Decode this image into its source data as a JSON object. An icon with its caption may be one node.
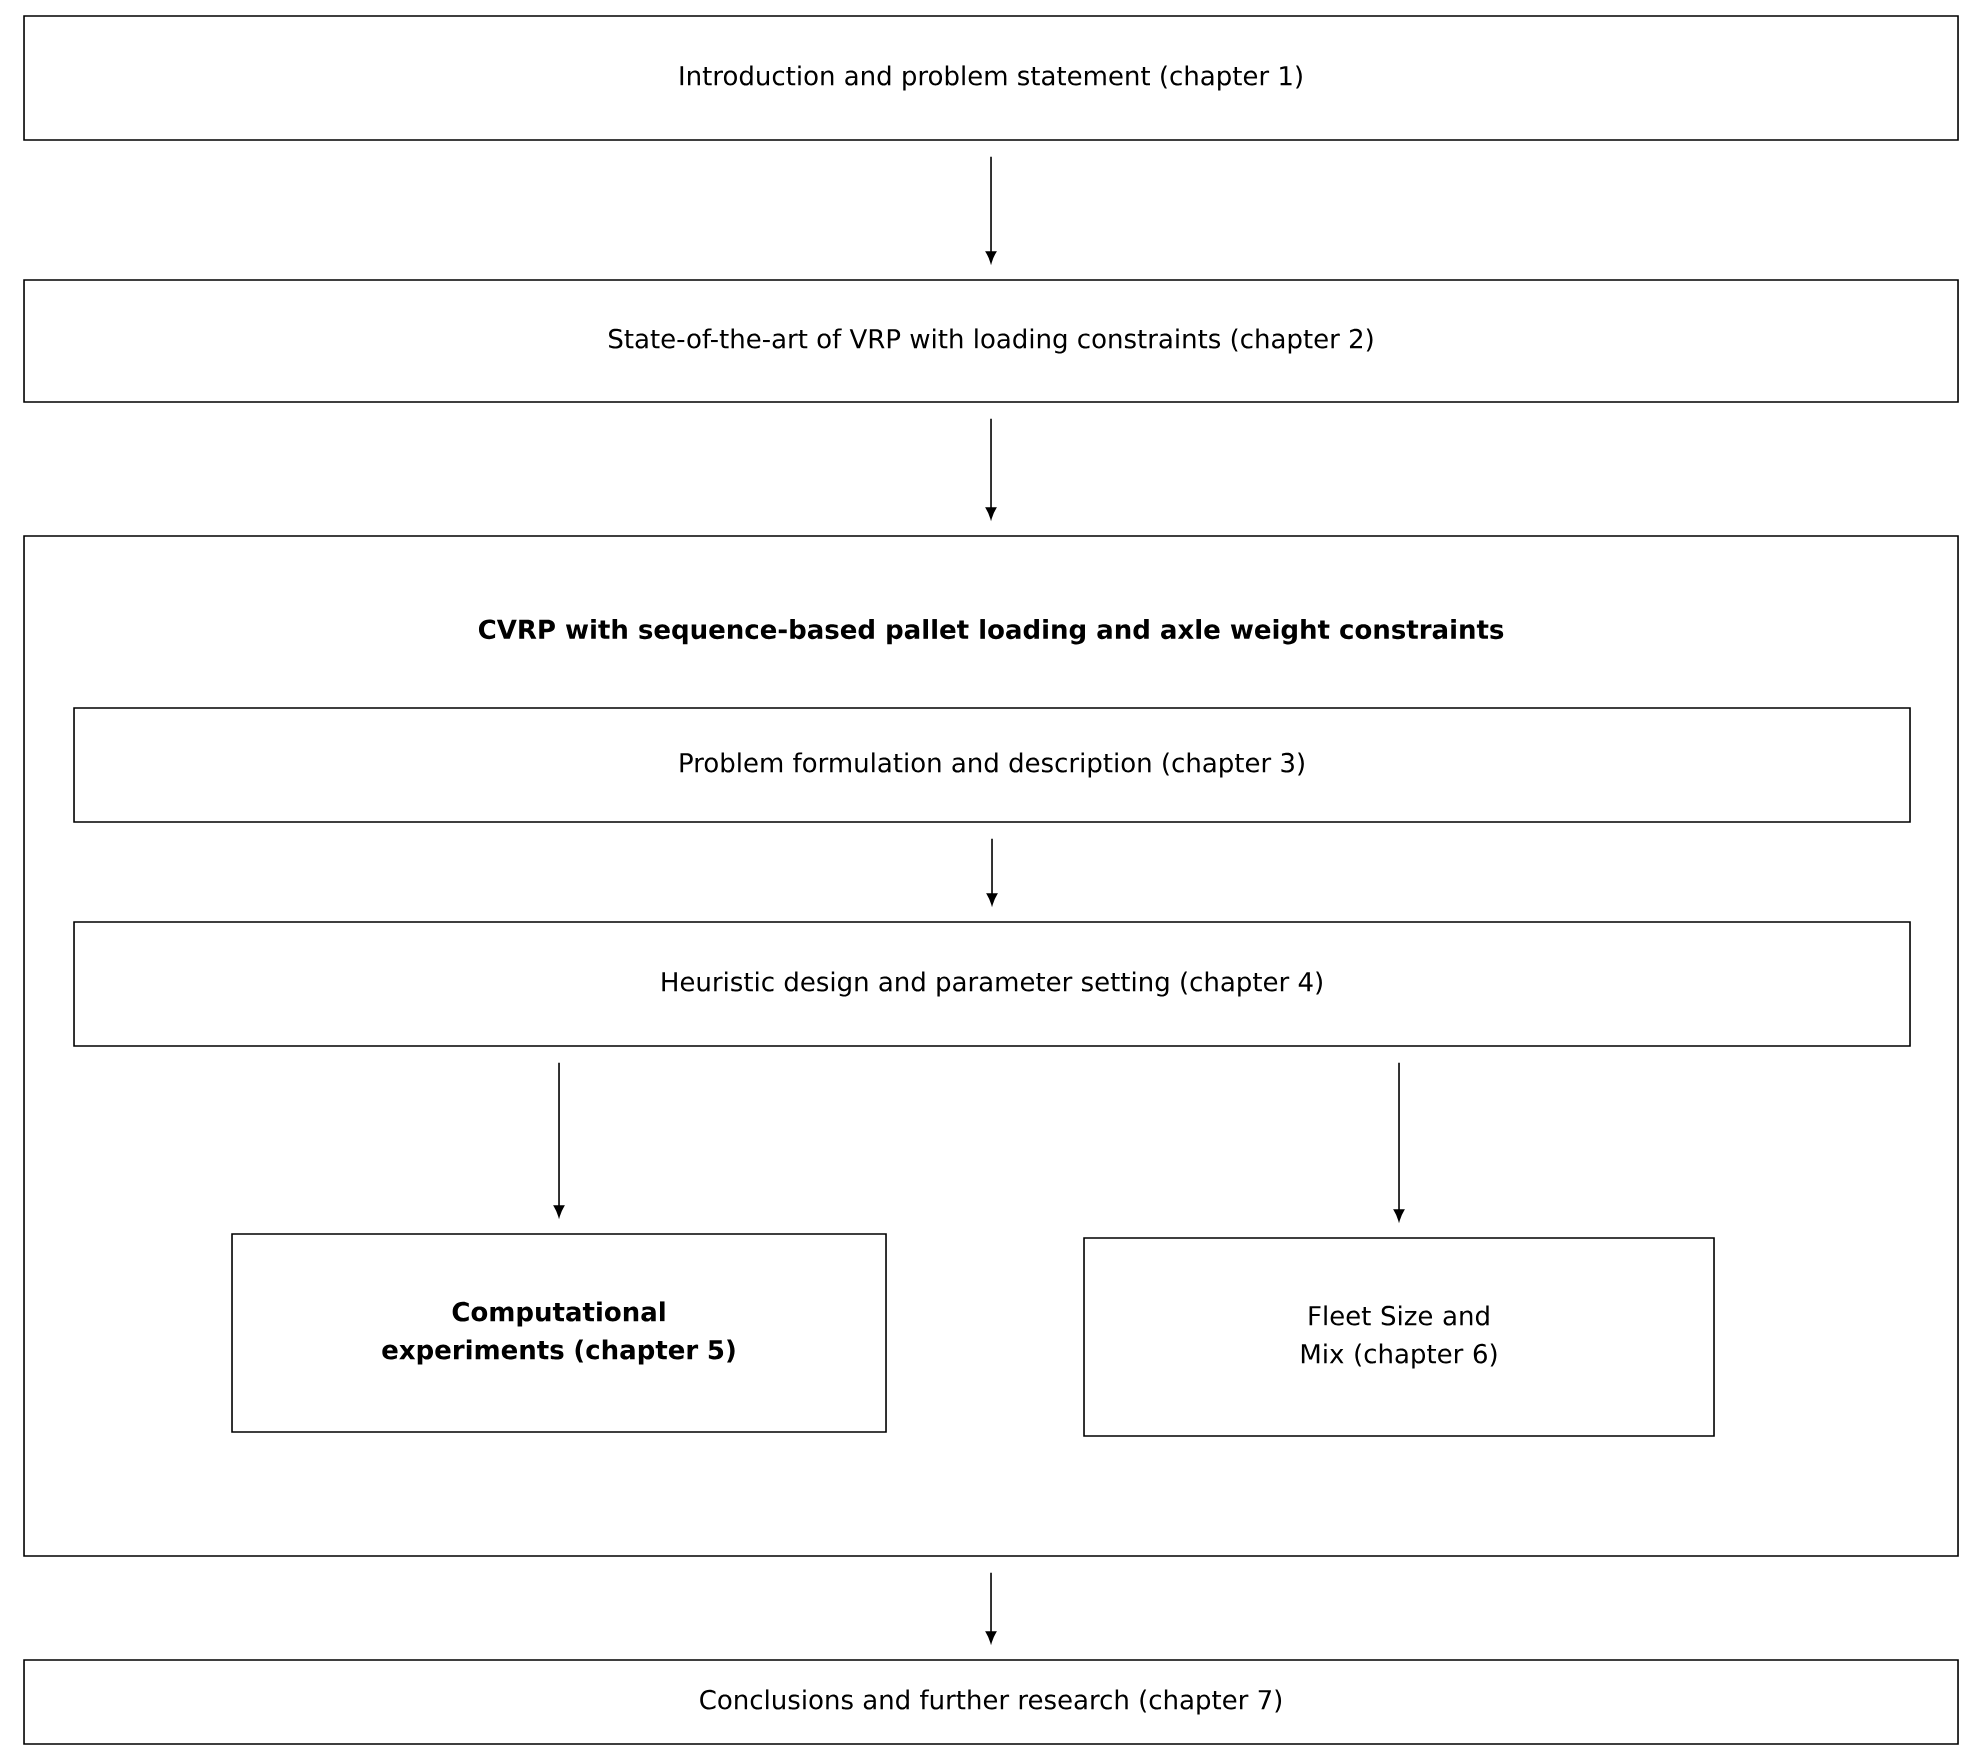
{
  "diagram": {
    "nodes": [
      {
        "text": [
          "Introduction and problem statement  (chapter 1)"
        ]
      },
      {
        "text": [
          "State-of-the-art of VRP with loading constraints (chapter 2)"
        ]
      },
      {
        "text": [
          "CVRP with sequence-based pallet loading and axle weight constraints"
        ]
      },
      {
        "text": [
          "Problem formulation and description (chapter 3)"
        ],
        "in": 2
      },
      {
        "text": [
          "Heuristic design and parameter setting (chapter 4)"
        ],
        "in": 2
      },
      {
        "text": [
          "Computational experiments (chapter 5)"
        ],
        "in": 2
      },
      {
        "text": [
          "Fleet Size and Mix (chapter 6)"
        ],
        "in": 2
      },
      {
        "text": [
          "Conclusions and further research (chapter 7)"
        ]
      }
    ],
    "edges": [
      {
        "from": 0,
        "to": 1,
        "arrow": "to"
      },
      {
        "from": 1,
        "to": 2,
        "arrow": "to"
      },
      {
        "from": 3,
        "to": 4,
        "arrow": "to"
      },
      {
        "from": 4,
        "to": 5,
        "arrow": "to"
      },
      {
        "from": 4,
        "to": 6,
        "arrow": "to"
      },
      {
        "from": 2,
        "to": 7,
        "arrow": "to"
      }
    ]
  }
}
